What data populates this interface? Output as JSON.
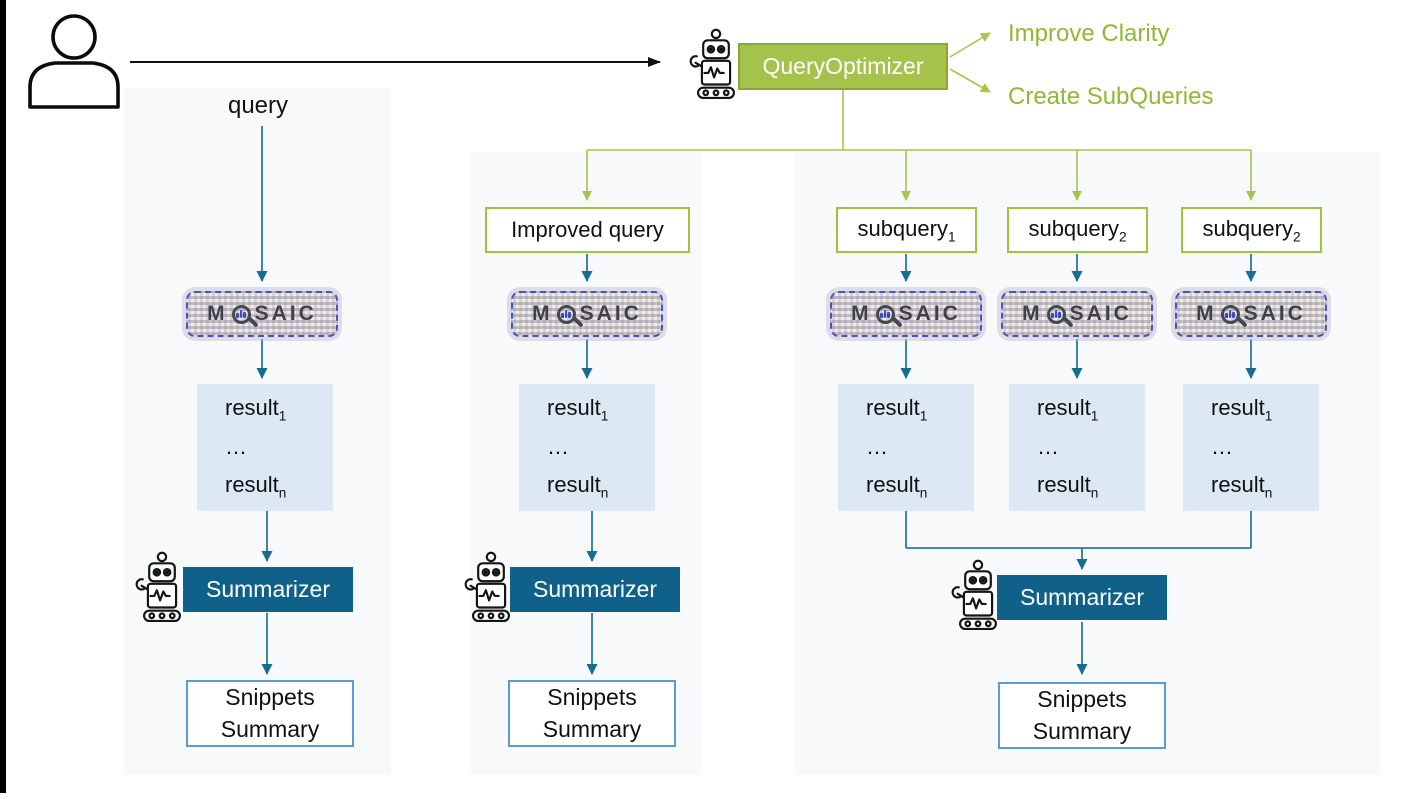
{
  "actors": {
    "user_icon": "person-icon",
    "agent_icon": "robot-icon"
  },
  "optimizer": {
    "label": "QueryOptimizer",
    "actions": [
      {
        "label": "Improve Clarity"
      },
      {
        "label": "Create SubQueries"
      }
    ]
  },
  "mosaic": {
    "prefix": "M",
    "icon": "magnifier-chart-icon",
    "suffix": "SAIC"
  },
  "results": {
    "first_base": "result",
    "first_sub": "1",
    "ellipsis": "…",
    "last_base": "result",
    "last_sub": "n"
  },
  "summarizer_label": "Summarizer",
  "snippets": {
    "line1": "Snippets",
    "line2": "Summary"
  },
  "pipelines": [
    {
      "name": "direct-query",
      "input": "query"
    },
    {
      "name": "improved-query",
      "input": "Improved query"
    },
    {
      "name": "subqueries",
      "branches": [
        {
          "base": "subquery",
          "sub": "1"
        },
        {
          "base": "subquery",
          "sub": "2"
        },
        {
          "base": "subquery",
          "sub": "2"
        }
      ]
    }
  ],
  "colors": {
    "green_line": "#a6c44f",
    "green_text": "#8fb837",
    "teal_line": "#2a7a9e",
    "summarizer_bg": "#0f618a",
    "result_bg": "#dce8f4",
    "column_bg": "#f7f9fb",
    "snippets_border": "#5b9bd5",
    "mosaic_border": "#4553c4"
  }
}
